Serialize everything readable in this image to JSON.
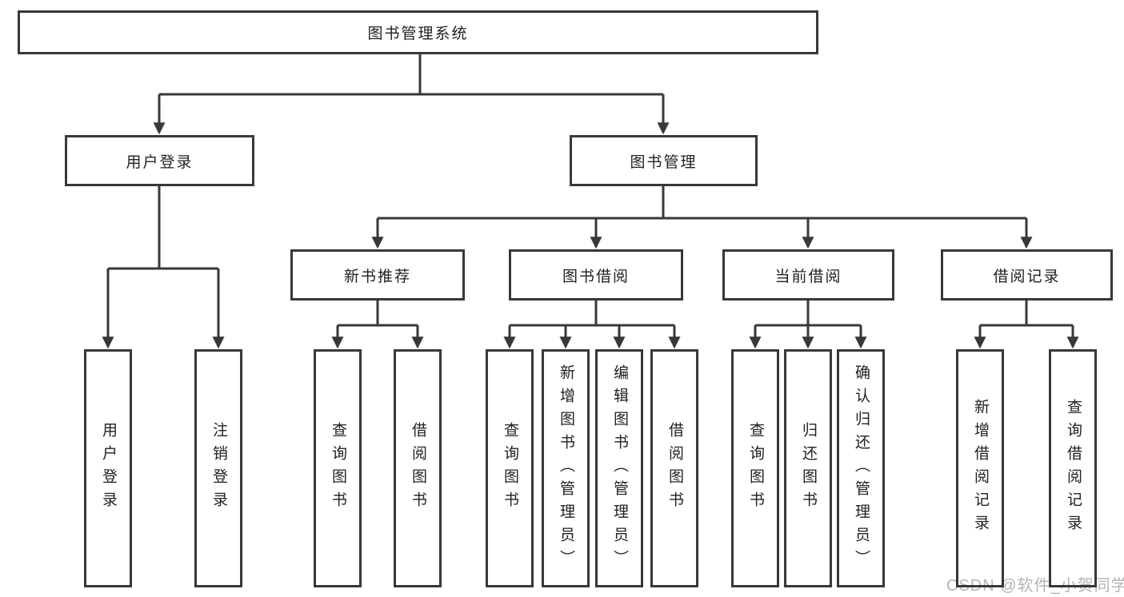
{
  "diagram": {
    "root": {
      "label": "图书管理系统"
    },
    "level2": [
      {
        "label": "用户登录"
      },
      {
        "label": "图书管理"
      }
    ],
    "level3": [
      {
        "label": "新书推荐"
      },
      {
        "label": "图书借阅"
      },
      {
        "label": "当前借阅"
      },
      {
        "label": "借阅记录"
      }
    ],
    "level4_groups": [
      {
        "parent": "用户登录",
        "children": [
          "用户登录",
          "注销登录"
        ]
      },
      {
        "parent": "新书推荐",
        "children": [
          "查询图书",
          "借阅图书"
        ]
      },
      {
        "parent": "图书借阅",
        "children": [
          "查询图书",
          "新增图书（管理员）",
          "编辑图书（管理员）",
          "借阅图书"
        ]
      },
      {
        "parent": "当前借阅",
        "children": [
          "查询图书",
          "归还图书",
          "确认归还（管理员）"
        ]
      },
      {
        "parent": "借阅记录",
        "children": [
          "新增借阅记录",
          "查询借阅记录"
        ]
      }
    ]
  },
  "watermark": {
    "text": "CSDN @软件_小贺同学"
  },
  "colors": {
    "line": "#383838",
    "border": "#383838",
    "text": "#212121",
    "watermark": "#b5b5b5",
    "background": "#ffffff"
  }
}
